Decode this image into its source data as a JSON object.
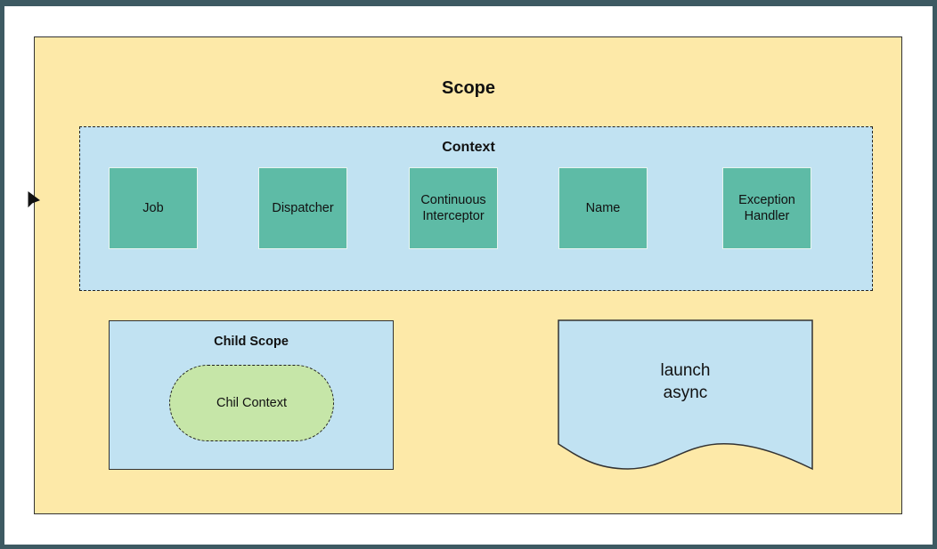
{
  "scope": {
    "title": "Scope"
  },
  "context": {
    "title": "Context",
    "items": [
      "Job",
      "Dispatcher",
      "Continuous Interceptor",
      "Name",
      "Exception Handler"
    ]
  },
  "child_scope": {
    "title": "Child Scope",
    "inner_label": "Chil Context"
  },
  "document": {
    "line1": "launch",
    "line2": "async"
  },
  "colors": {
    "scope_fill": "#fde9a8",
    "context_fill": "#c1e2f2",
    "item_fill": "#5ebba6",
    "chil_context_fill": "#c6e6a8"
  }
}
